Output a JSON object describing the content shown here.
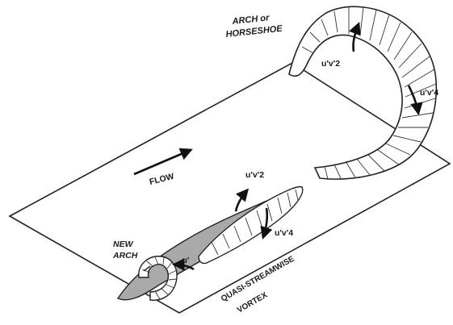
{
  "labels": {
    "arch_line1": "ARCH or",
    "arch_line2": "HORSESHOE",
    "uv2_top": "u'v'2",
    "uv4_top": "u'v'4",
    "flow": "FLOW",
    "uv2_bottom": "u'v'2",
    "uv4_bottom": "u'v'4",
    "new_arch_line1": "NEW",
    "new_arch_line2": "ARCH",
    "minus_u": "-u'",
    "qsv_line1": "QUASI-STREAMWISE",
    "qsv_line2": "VORTEX"
  }
}
